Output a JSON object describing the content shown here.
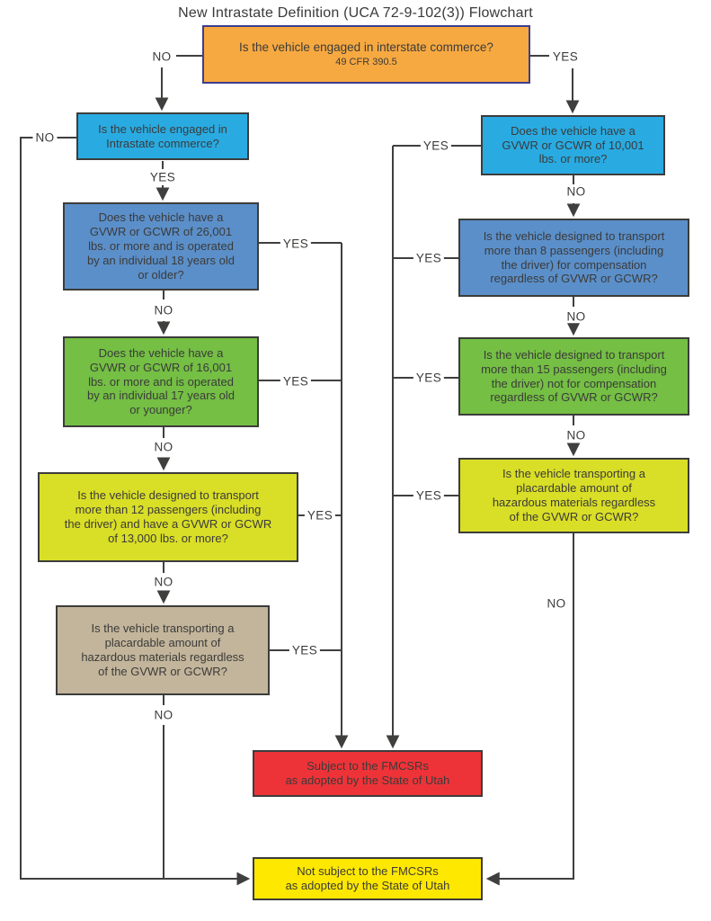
{
  "title": "New Intrastate Definition (UCA 72-9-102(3)) Flowchart",
  "labels": {
    "yes": "YES",
    "no": "NO"
  },
  "colors": {
    "orange": "#F7A941",
    "cyan": "#29ABE2",
    "blue": "#5B8FC9",
    "green": "#74BF44",
    "yellow_green": "#D9DE26",
    "tan": "#C3B59B",
    "red": "#EE3338",
    "yellow": "#FFE800",
    "line": "#3F3F3E",
    "orange_border": "#3D3D90"
  },
  "nodes": {
    "interstate": {
      "question": "Is the vehicle engaged in interstate commerce?",
      "citation": "49 CFR 390.5"
    },
    "intrastate": {
      "question": "Is the vehicle engaged in\nIntrastate commerce?"
    },
    "gvwr_26001": {
      "question": "Does the vehicle have a\nGVWR or GCWR of 26,001\nlbs. or more and is operated\nby an individual 18 years old\nor older?"
    },
    "gvwr_16001": {
      "question": "Does the vehicle have a\nGVWR or GCWR of 16,001\nlbs. or more and is operated\nby an individual 17 years old\nor younger?"
    },
    "passengers_12": {
      "question": "Is the vehicle designed to transport\nmore than 12 passengers (including\nthe driver) and have a GVWR or GCWR\nof 13,000 lbs. or more?"
    },
    "hazmat_left": {
      "question": "Is the vehicle transporting a\nplacardable amount of\nhazardous materials regardless\nof the GVWR or GCWR?"
    },
    "gvwr_10001": {
      "question": "Does the vehicle have a\nGVWR or GCWR of 10,001\nlbs. or more?"
    },
    "passengers_8": {
      "question": "Is the vehicle designed to transport\nmore than 8 passengers (including\nthe driver) for compensation\nregardless of GVWR or GCWR?"
    },
    "passengers_15": {
      "question": "Is the vehicle designed to transport\nmore than 15 passengers (including\nthe driver) not for compensation\nregardless of GVWR or GCWR?"
    },
    "hazmat_right": {
      "question": "Is the vehicle transporting a\nplacardable amount of\nhazardous materials regardless\nof the GVWR or GCWR?"
    },
    "subject": {
      "text": "Subject to the FMCSRs\nas adopted by the State of Utah"
    },
    "not_subject": {
      "text": "Not subject to the FMCSRs\nas adopted by the State of Utah"
    }
  }
}
